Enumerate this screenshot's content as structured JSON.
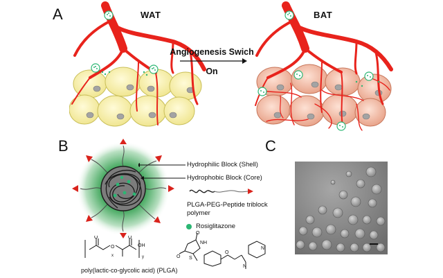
{
  "panels": {
    "a": {
      "letter": "A",
      "left_title": "WAT",
      "right_title": "BAT",
      "arrow_label_top": "Angiogenesis Swich",
      "arrow_label_bottom": "On"
    },
    "b": {
      "letter": "B",
      "legend_shell": "Hydrophilic Block (Shell)",
      "legend_core": "Hydrophobic Block (Core)",
      "legend_polymer_line1": "PLGA-PEG-Peptide triblock",
      "legend_polymer_line2": "polymer",
      "legend_drug": "Rosiglitazone",
      "plga_caption": "poly(lactic-co-glycolic acid) (PLGA)",
      "chem_labels": {
        "oh": "OH",
        "x": "x",
        "y": "y",
        "o": "O",
        "nh": "NH",
        "s": "S",
        "n": "N"
      }
    },
    "c": {
      "letter": "C"
    }
  },
  "colors": {
    "vessel": "#e8231c",
    "wat_cell": "#f7f0a8",
    "wat_cell_stroke": "#c9bf5a",
    "bat_cell": "#f2b9a2",
    "bat_cell_stroke": "#c7765a",
    "nucleus": "#9a9a9a",
    "nanoparticle_core": "#444444",
    "shell_glow": "#2e9a44",
    "drug_dot": "#2bb673",
    "peptide_marker": "#d9231c",
    "tem_background": "#8a8a8a"
  }
}
